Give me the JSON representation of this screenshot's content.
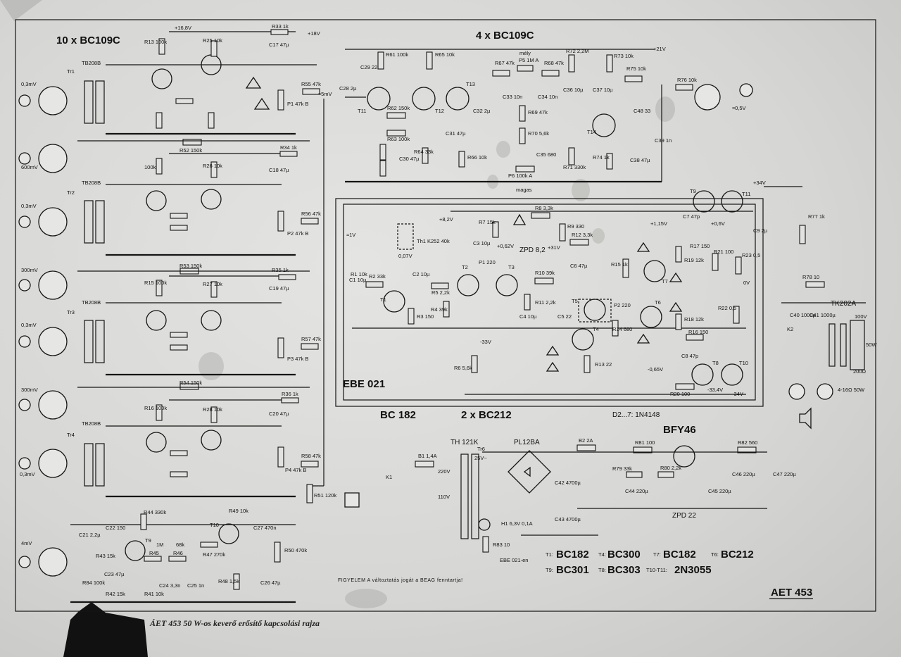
{
  "headings": {
    "preamps": "10 x BC109C",
    "mixer": "4 x BC109C",
    "poweramp_board": "EBE 021",
    "driver_type": "BC 182",
    "driver_pair": "2 x BC212",
    "psu_transistor": "BFY46",
    "diodes": "D2...7: 1N4148",
    "psu_reg_ic": "TH 121K",
    "psu_bridge": "PL12BA",
    "zener": "ZPD 22",
    "model_label": "AET 453"
  },
  "caption": "ÁET 453 50 W-os keverő erősítő kapcsolási rajza",
  "notice": "FIGYELEM  A változtatás jogát a BEAG fenntartja!",
  "transistor_legend": [
    {
      "key": "T1:",
      "value": "BC182"
    },
    {
      "key": "T4:",
      "value": "BC300"
    },
    {
      "key": "T7:",
      "value": "BC182"
    },
    {
      "key": "T6:",
      "value": "BC212"
    },
    {
      "key": "T9:",
      "value": "BC301"
    },
    {
      "key": "T8:",
      "value": "BC303"
    },
    {
      "key": "T10-T11:",
      "value": "2N3055"
    }
  ],
  "inputs": [
    {
      "sens": "0,3mV"
    },
    {
      "sens": "600mV"
    },
    {
      "sens": "0,3mV"
    },
    {
      "sens": "300mV"
    },
    {
      "sens": "0,3mV"
    },
    {
      "sens": "300mV"
    },
    {
      "sens": "0,3mV"
    },
    {
      "sens": "4mV"
    }
  ],
  "output_levels": {
    "line_out": "≈0,5V",
    "mix_level": "≈5mV",
    "speaker": "4-16Ω 50W",
    "transformer": "TK202A",
    "tr5_a": "100V",
    "tr5_b": "200Ω",
    "tr5_c": "50W"
  },
  "rails": {
    "v21": "+21V",
    "v34": "+34V",
    "v18": "+18V",
    "v16": "+16,8V",
    "vneg34": "-34V"
  },
  "preamp_stages": [
    {
      "transformer": "TB208B",
      "tr": "Tr1",
      "r_top": "R13 100k",
      "r_coll": "R25 10k",
      "pot": "P1 47k B",
      "r_out": "R55 47k"
    },
    {
      "transformer": "TB208B",
      "tr": "Tr2",
      "r_top": "100k",
      "r_coll": "R26 10k",
      "pot": "P2 47k B",
      "r_out": "R56 47k"
    },
    {
      "transformer": "TB208B",
      "tr": "Tr3",
      "r_top": "R15 100k",
      "r_coll": "R27 10k",
      "pot": "P3 47k B",
      "r_out": "R57 47k"
    },
    {
      "transformer": "TB208B",
      "tr": "Tr4",
      "r_top": "R16 100k",
      "r_coll": "R28 10k",
      "pot": "P4 47k B",
      "r_out": "R58 47k"
    }
  ],
  "mixer_parts": [
    "R61 100k",
    "R65 10k",
    "R67 47k",
    "P5 1M A",
    "R68 47k",
    "R72 2,2M",
    "R73 10k",
    "R75 10k",
    "R76 10k",
    "C28 2µ",
    "C29 22",
    "R62 150k",
    "R63 100k",
    "R64 33k",
    "R66 10k",
    "C30 47µ",
    "C31 47µ",
    "C32 2µ",
    "C33 10n",
    "C34 10n",
    "C35 680",
    "R69 47k",
    "R70 5,6k",
    "P6 100k A",
    "R71 330k",
    "R74 1k",
    "C36 10µ",
    "C37 10µ",
    "C38 47µ",
    "C39 1n",
    "C48 33",
    "T11",
    "T12",
    "T13",
    "T14"
  ],
  "poweramp_parts": [
    "R1 10k",
    "R2 33k",
    "R3 150",
    "C1 10µ",
    "C2 10µ",
    "R5 2,2k",
    "R4 39k",
    "R6 5,6k",
    "R7 15k",
    "R8 3,3k",
    "R9 330",
    "Th1 K252 40k",
    "C3 10µ",
    "ZPD 8,2",
    "P1 220",
    "R10 39k",
    "R11 2,2k",
    "C4 10µ",
    "C5 22",
    "R12 3,3k",
    "C6 47µ",
    "R13 22",
    "R14 680",
    "R15 1k",
    "P2 220",
    "R16 150",
    "R17 150",
    "R18 12k",
    "R19 12k",
    "R20 100",
    "R21 100",
    "R22 0,5",
    "R23 0,5",
    "C7 47p",
    "C8 47p",
    "C9 2µ",
    "T1",
    "T2",
    "T3",
    "T4",
    "T5",
    "T6",
    "T7",
    "T8",
    "T9",
    "T10",
    "T11"
  ],
  "psu_parts": [
    "B1 1,4A",
    "B2 2A",
    "R81 100",
    "R82 560",
    "R79 33k",
    "R80 2,2k",
    "C42 4700µ",
    "C43 4700µ",
    "C44 220µ",
    "C45 220µ",
    "C46 220µ",
    "C47 220µ",
    "H1 6,3V 0,1A",
    "R83 10",
    "K1",
    "Tr6",
    "220V",
    "110V",
    "25V~",
    "EBE 021-en"
  ],
  "mic_stage_parts": [
    "R44 330k",
    "R49 10k",
    "C27 470n",
    "R47 270k",
    "R50 470k",
    "R45",
    "R46",
    "R48 1,5k",
    "C26 47µ",
    "C22 150",
    "C21 2,2µ",
    "R43 15k",
    "R84 100k",
    "C23 47µ",
    "C24 3,3n",
    "C25 1n",
    "R42 15k",
    "R41 10k",
    "T9",
    "T10",
    "1M",
    "68k"
  ],
  "misc_labels": [
    "-33V",
    "-0,65V",
    "-33,4V",
    "+1,15V",
    "+0,6V",
    "+31V",
    "+8,2V",
    "≈1V",
    "0,07V",
    "0V",
    "+0,62V",
    "mély",
    "magas",
    "R77 1k",
    "R78 10",
    "C40 1000µ",
    "C41 1000µ",
    "K2",
    "R51 120k",
    "R52 150k",
    "R53 150k",
    "R54 150k",
    "R33 1k",
    "R34 1k",
    "R35 1k",
    "R36 1k",
    "C17 47µ",
    "C18 47µ",
    "C19 47µ",
    "C20 47µ"
  ]
}
